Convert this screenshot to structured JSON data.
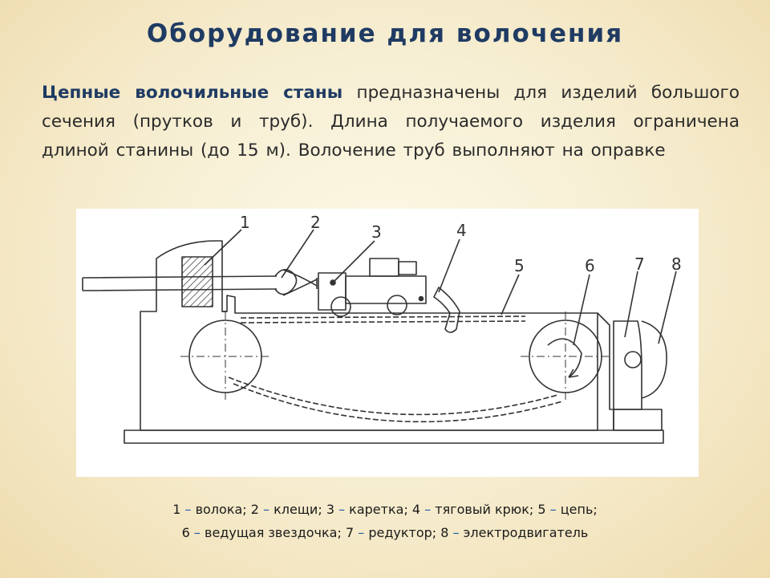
{
  "slide": {
    "title": "Оборудование для волочения",
    "paragraph": {
      "lead": "Цепные волочильные станы",
      "rest": " предназначены для изделий большого сечения (прутков и труб). Длина получаемого изделия ограничена длиной станины (до 15 м). Волочение труб выполняют на оправке"
    }
  },
  "diagram": {
    "labels": [
      "1",
      "2",
      "3",
      "4",
      "5",
      "6",
      "7",
      "8"
    ]
  },
  "legend": [
    {
      "num": "1",
      "text": "волока"
    },
    {
      "num": "2",
      "text": "клещи"
    },
    {
      "num": "3",
      "text": "каретка"
    },
    {
      "num": "4",
      "text": "тяговый крюк"
    },
    {
      "num": "5",
      "text": "цепь"
    },
    {
      "num": "6",
      "text": "ведущая звездочка"
    },
    {
      "num": "7",
      "text": "редуктор"
    },
    {
      "num": "8",
      "text": "электродвигатель"
    }
  ],
  "legend_separator": " – "
}
